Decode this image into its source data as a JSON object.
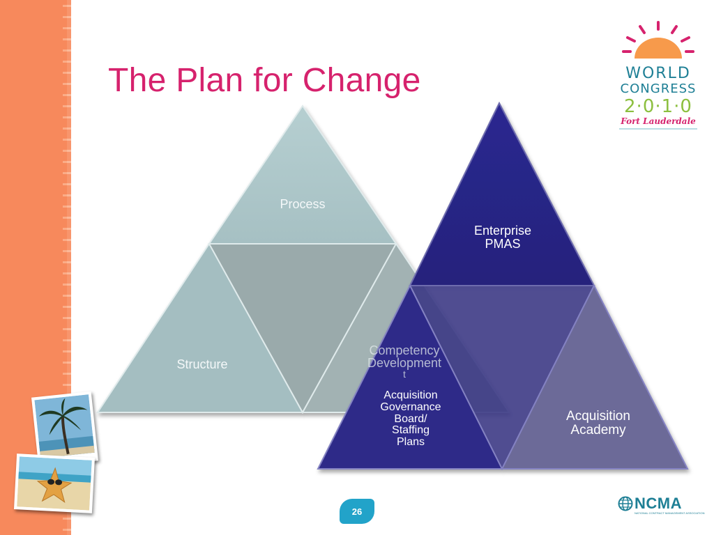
{
  "slide": {
    "title": "The Plan for Change",
    "page_number": "26"
  },
  "diagram_left": {
    "top": "Process",
    "bottom_left": "Structure",
    "bottom_right_lines": [
      "Competency",
      "Development",
      "t"
    ]
  },
  "diagram_right": {
    "top_lines": [
      "Enterprise",
      "PMAS"
    ],
    "bottom_left_lines": [
      "Acquisition",
      "Governance",
      "Board/",
      "Staffing",
      "Plans"
    ],
    "bottom_right_lines": [
      "Acquisition",
      "Academy"
    ]
  },
  "logo": {
    "line1": "WORLD",
    "line2": "CONGRESS",
    "year": "2·0·1·0",
    "city": "Fort Lauderdale"
  },
  "footer_logo": {
    "name": "NCMA",
    "subtitle": "NATIONAL CONTRACT MANAGEMENT ASSOCIATION"
  },
  "colors": {
    "title": "#d6226d",
    "stripe": "#f7895c",
    "left_pyramid": "#a3bcbe",
    "right_pyramid": "#26237f",
    "badge": "#22a3c9"
  }
}
